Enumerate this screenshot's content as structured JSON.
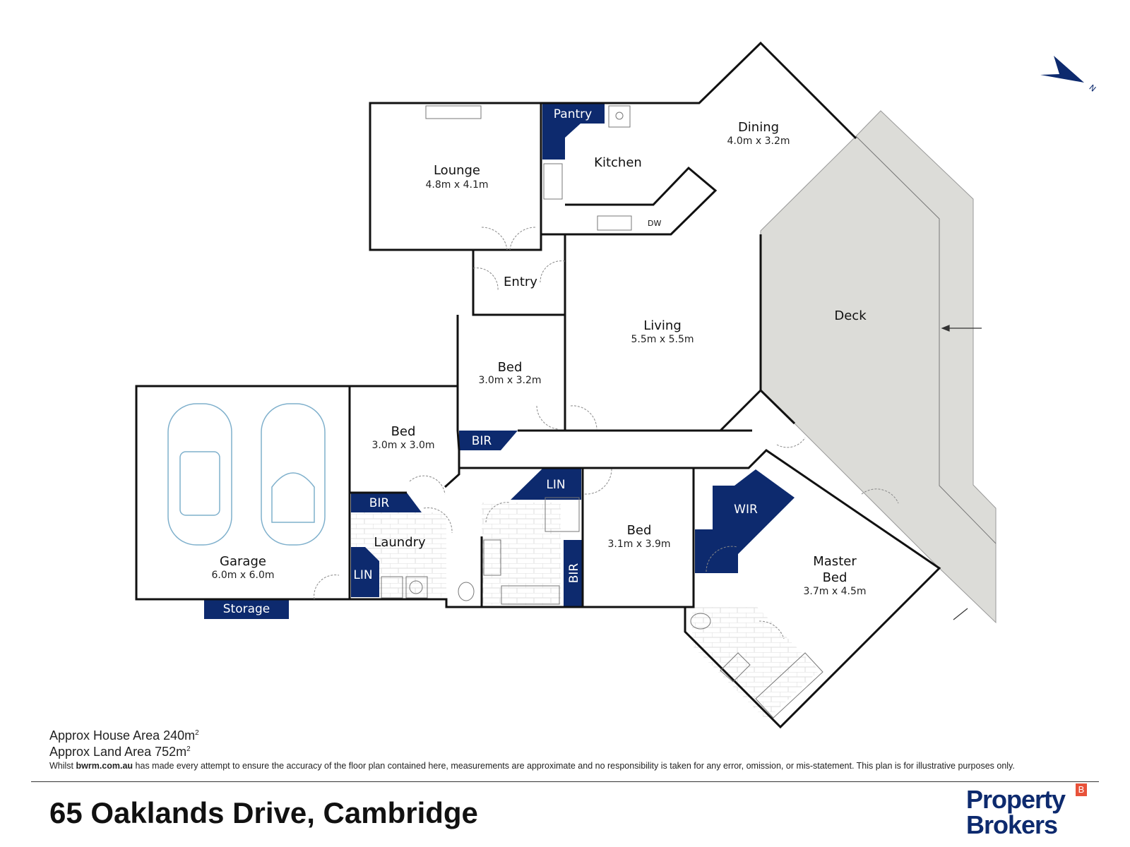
{
  "rooms": {
    "lounge": {
      "name": "Lounge",
      "size": "4.8m x 4.1m"
    },
    "pantry": {
      "name": "Pantry"
    },
    "kitchen": {
      "name": "Kitchen",
      "dw": "DW"
    },
    "dining": {
      "name": "Dining",
      "size": "4.0m x 3.2m"
    },
    "entry": {
      "name": "Entry"
    },
    "living": {
      "name": "Living",
      "size": "5.5m x 5.5m"
    },
    "deck": {
      "name": "Deck"
    },
    "bed1": {
      "name": "Bed",
      "size": "3.0m x 3.2m"
    },
    "bed2": {
      "name": "Bed",
      "size": "3.0m x 3.0m"
    },
    "bed3": {
      "name": "Bed",
      "size": "3.1m x 3.9m"
    },
    "master": {
      "name1": "Master",
      "name2": "Bed",
      "size": "3.7m x 4.5m"
    },
    "garage": {
      "name": "Garage",
      "size": "6.0m x 6.0m"
    },
    "storage": {
      "name": "Storage"
    },
    "laundry": {
      "name": "Laundry"
    },
    "bir": "BIR",
    "lin": "LIN",
    "wir": "WIR"
  },
  "compass": {
    "label": "N",
    "icon": "north-arrow-icon"
  },
  "footer": {
    "house_area": "Approx House Area 240m",
    "land_area": "Approx Land Area 752m",
    "sup": "2",
    "disclaimer_pre": "Whilst ",
    "disclaimer_site": "bwrm.com.au",
    "disclaimer_post": " has made every attempt to ensure the accuracy of the floor plan contained here, measurements are approximate and no responsibility is taken for any error, omission, or mis-statement. This plan is for illustrative purposes only.",
    "address": "65 Oaklands Drive, Cambridge"
  },
  "logo": {
    "line1": "Property",
    "line2": "Brokers",
    "badge": "B"
  },
  "colors": {
    "navy": "#0d2a6e",
    "deck": "#dcdcd8",
    "badge": "#e8523a"
  }
}
